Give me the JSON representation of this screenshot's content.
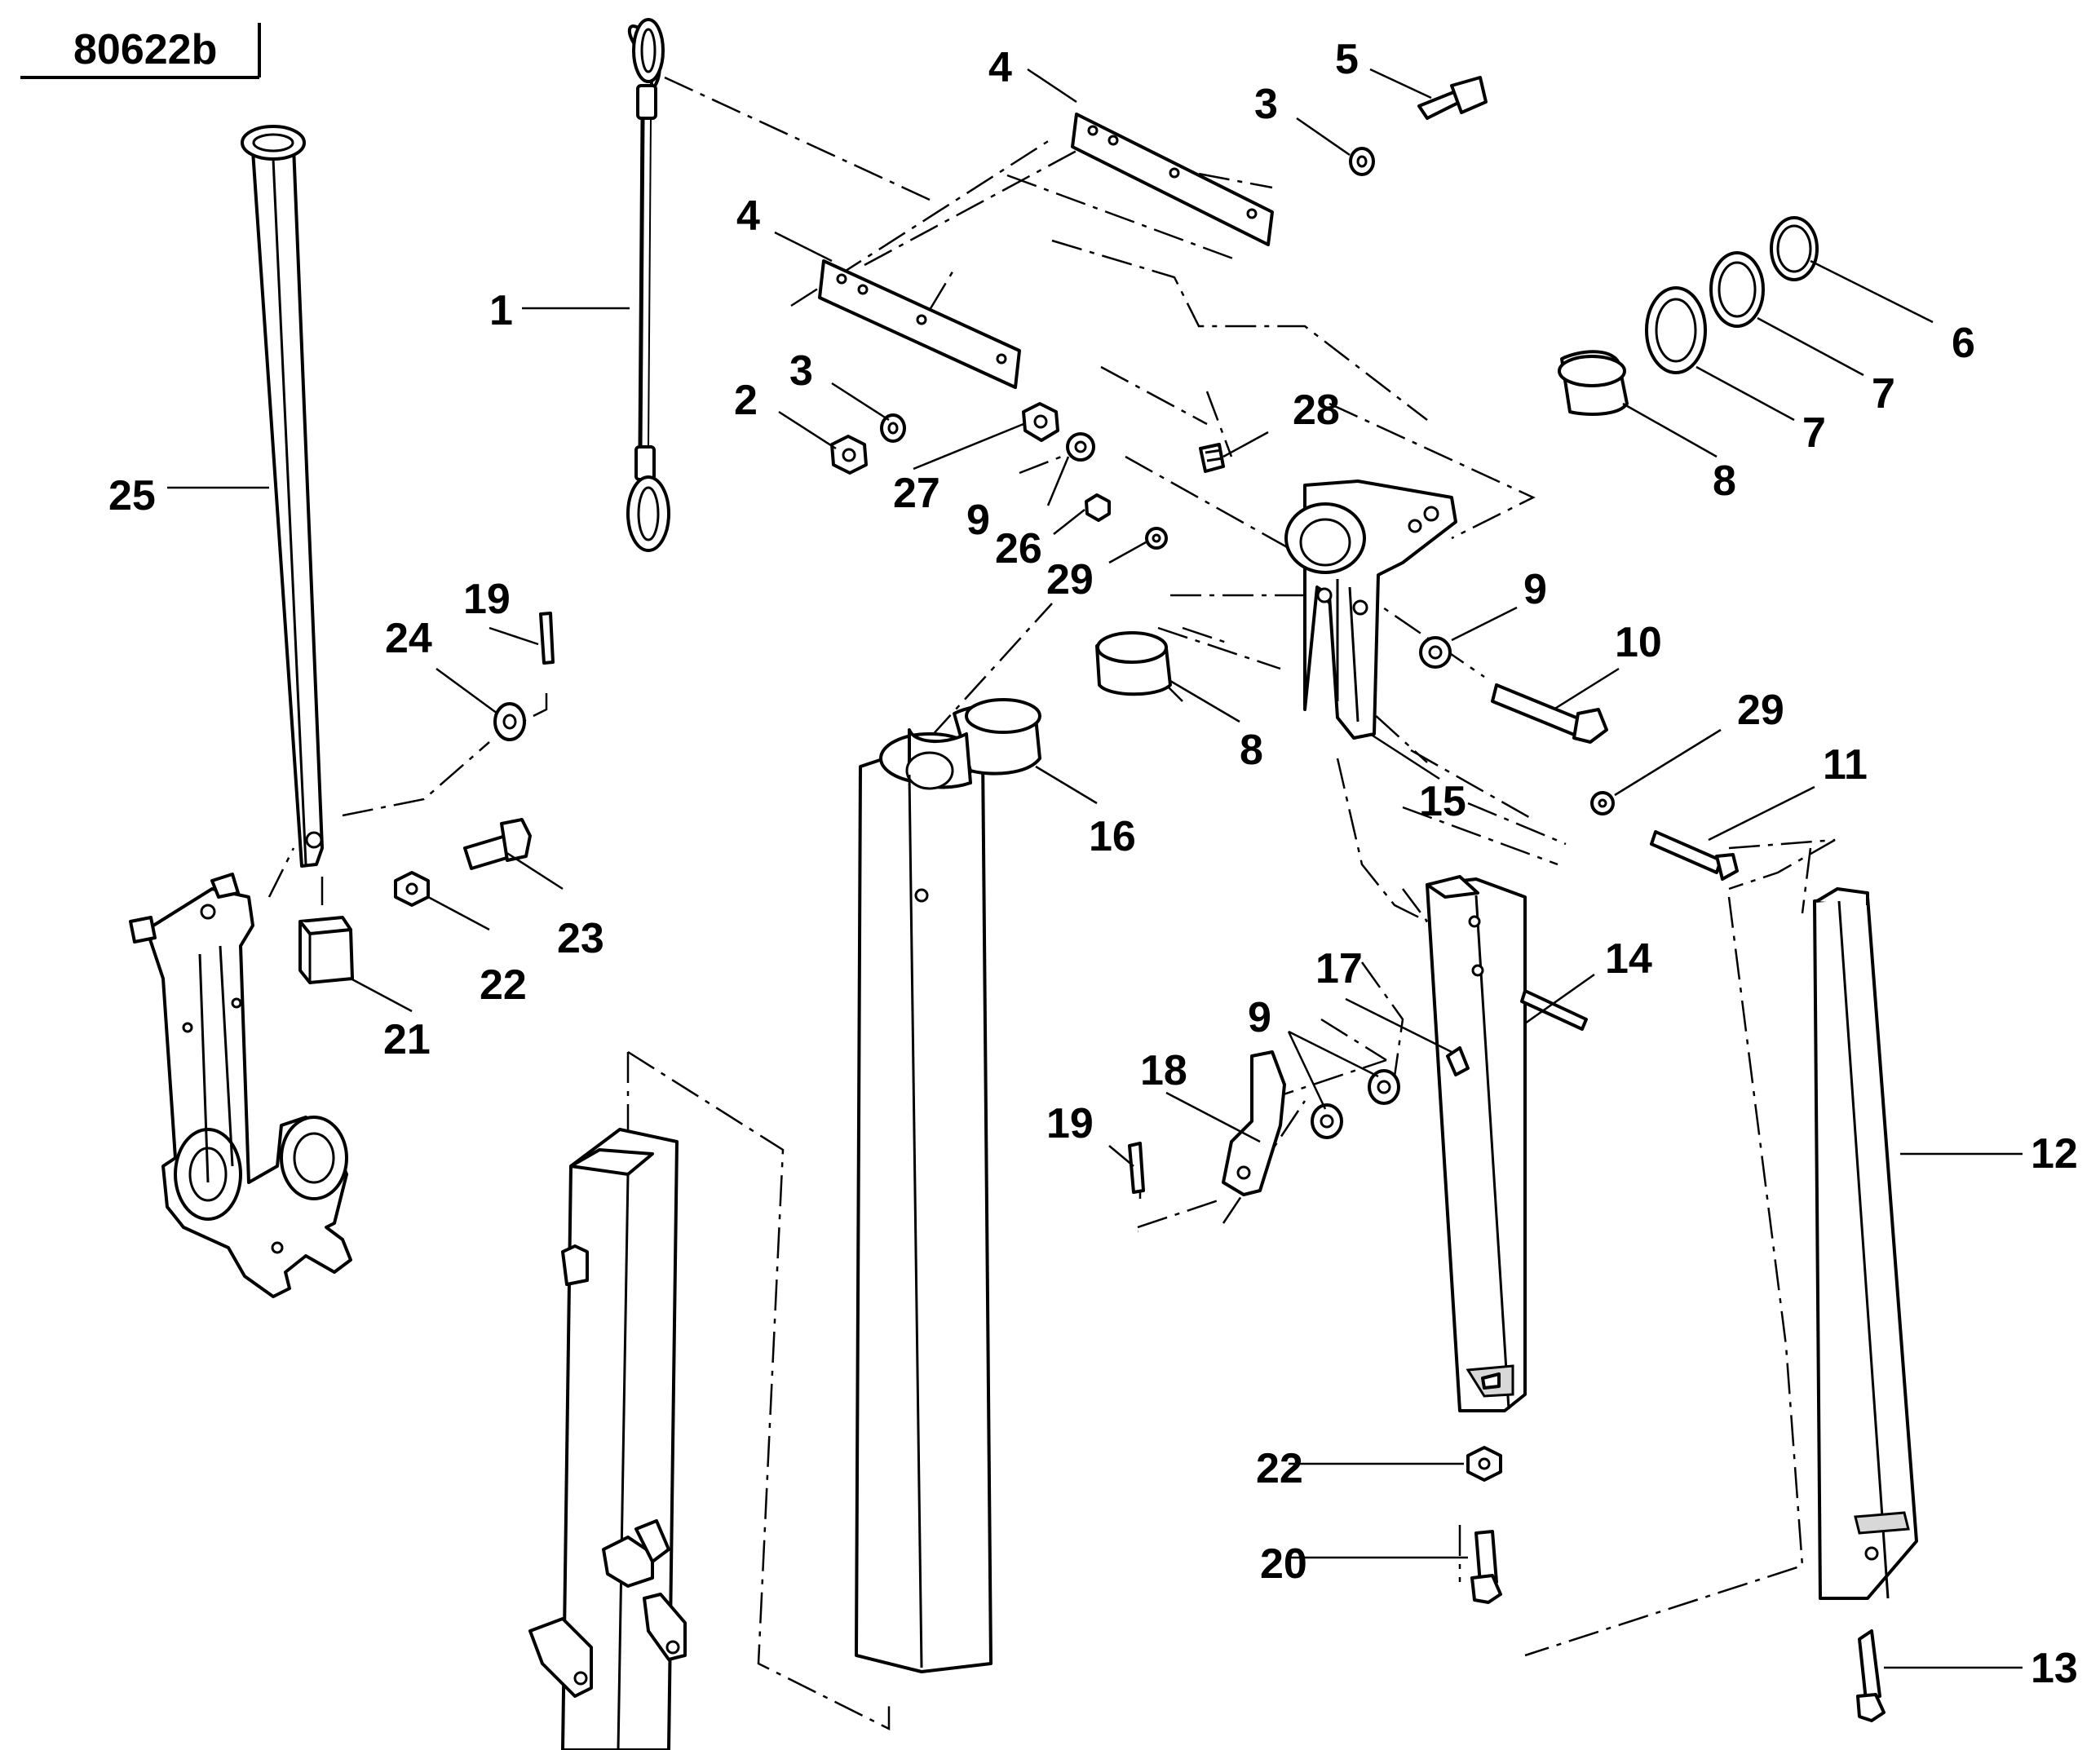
{
  "drawing": {
    "reference_number": "80622b"
  },
  "callouts": [
    {
      "id": "c1",
      "label": "1"
    },
    {
      "id": "c2",
      "label": "2"
    },
    {
      "id": "c3a",
      "label": "3"
    },
    {
      "id": "c3b",
      "label": "3"
    },
    {
      "id": "c4a",
      "label": "4"
    },
    {
      "id": "c4b",
      "label": "4"
    },
    {
      "id": "c5",
      "label": "5"
    },
    {
      "id": "c6",
      "label": "6"
    },
    {
      "id": "c7a",
      "label": "7"
    },
    {
      "id": "c7b",
      "label": "7"
    },
    {
      "id": "c8a",
      "label": "8"
    },
    {
      "id": "c8b",
      "label": "8"
    },
    {
      "id": "c9a",
      "label": "9"
    },
    {
      "id": "c9b",
      "label": "9"
    },
    {
      "id": "c9c",
      "label": "9"
    },
    {
      "id": "c10",
      "label": "10"
    },
    {
      "id": "c11",
      "label": "11"
    },
    {
      "id": "c12",
      "label": "12"
    },
    {
      "id": "c13",
      "label": "13"
    },
    {
      "id": "c14",
      "label": "14"
    },
    {
      "id": "c15",
      "label": "15"
    },
    {
      "id": "c16",
      "label": "16"
    },
    {
      "id": "c17",
      "label": "17"
    },
    {
      "id": "c18",
      "label": "18"
    },
    {
      "id": "c19a",
      "label": "19"
    },
    {
      "id": "c19b",
      "label": "19"
    },
    {
      "id": "c20",
      "label": "20"
    },
    {
      "id": "c21",
      "label": "21"
    },
    {
      "id": "c22a",
      "label": "22"
    },
    {
      "id": "c22b",
      "label": "22"
    },
    {
      "id": "c23",
      "label": "23"
    },
    {
      "id": "c24",
      "label": "24"
    },
    {
      "id": "c25",
      "label": "25"
    },
    {
      "id": "c26",
      "label": "26"
    },
    {
      "id": "c27",
      "label": "27"
    },
    {
      "id": "c28",
      "label": "28"
    },
    {
      "id": "c29a",
      "label": "29"
    },
    {
      "id": "c29b",
      "label": "29"
    }
  ]
}
